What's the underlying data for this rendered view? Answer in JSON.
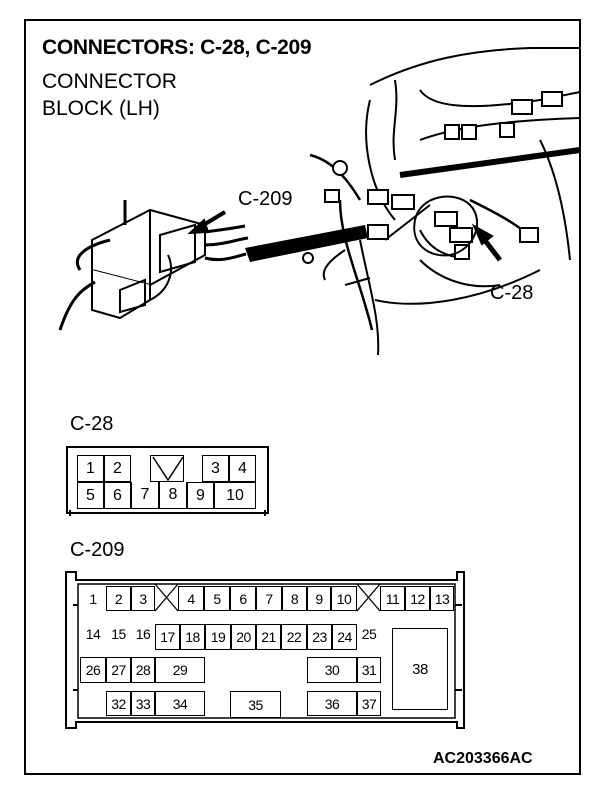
{
  "title": "CONNECTORS: C-28, C-209",
  "subtitle_line1": "CONNECTOR",
  "subtitle_line2": "BLOCK (LH)",
  "callout_c209": "C-209",
  "callout_c28": "C-28",
  "section_c28": "C-28",
  "section_c209": "C-209",
  "figure_code": "AC203366AC",
  "c28": {
    "row1": [
      "1",
      "2",
      "",
      "3",
      "4"
    ],
    "row2": [
      "5",
      "6",
      "7",
      "8",
      "9",
      "10"
    ]
  },
  "c209": {
    "row1": [
      "1",
      "2",
      "3",
      "4",
      "5",
      "6",
      "7",
      "8",
      "9",
      "10",
      "11",
      "12",
      "13"
    ],
    "row2": [
      "14",
      "15",
      "16",
      "17",
      "18",
      "19",
      "20",
      "21",
      "22",
      "23",
      "24",
      "25"
    ],
    "row3": [
      "26",
      "27",
      "28",
      "29",
      "30",
      "31"
    ],
    "row4": [
      "32",
      "33",
      "34",
      "35",
      "36",
      "37"
    ],
    "big": "38"
  }
}
